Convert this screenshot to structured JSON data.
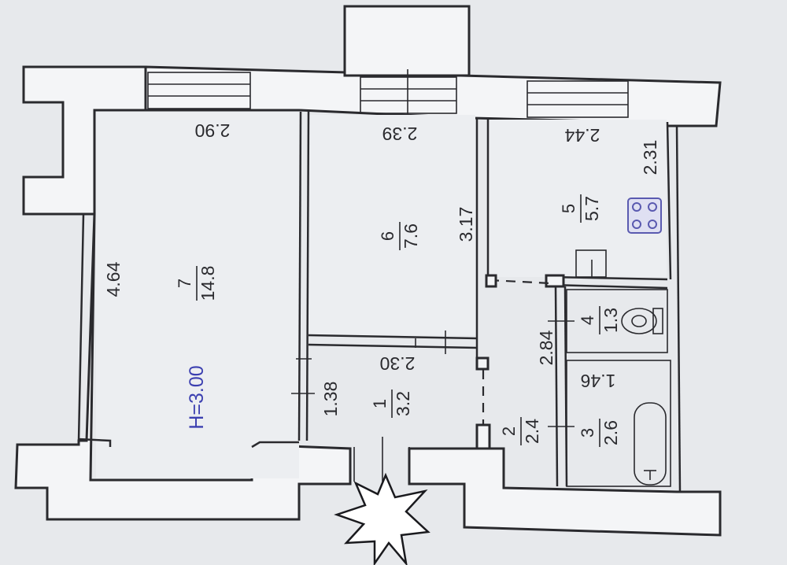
{
  "plan": {
    "ceiling_height": "H=3.00",
    "rooms": [
      {
        "number": "1",
        "area": "3.2"
      },
      {
        "number": "2",
        "area": "2.4"
      },
      {
        "number": "3",
        "area": "2.6"
      },
      {
        "number": "4",
        "area": "1.3"
      },
      {
        "number": "5",
        "area": "5.7"
      },
      {
        "number": "6",
        "area": "7.6"
      },
      {
        "number": "7",
        "area": "14.8"
      }
    ],
    "dimensions": [
      "2.90",
      "2.39",
      "2.44",
      "2.31",
      "3.17",
      "4.64",
      "2.30",
      "1.38",
      "2.84",
      "1.46"
    ]
  },
  "colors": {
    "paper": "#e7e9ec",
    "ink": "#2a2a2e",
    "height_label": "#3b3fb0",
    "stove_outline": "#5a5ab0"
  },
  "icons": [
    "entrance-star-icon",
    "stove-icon",
    "toilet-icon",
    "bathtub-icon",
    "sink-icon"
  ]
}
